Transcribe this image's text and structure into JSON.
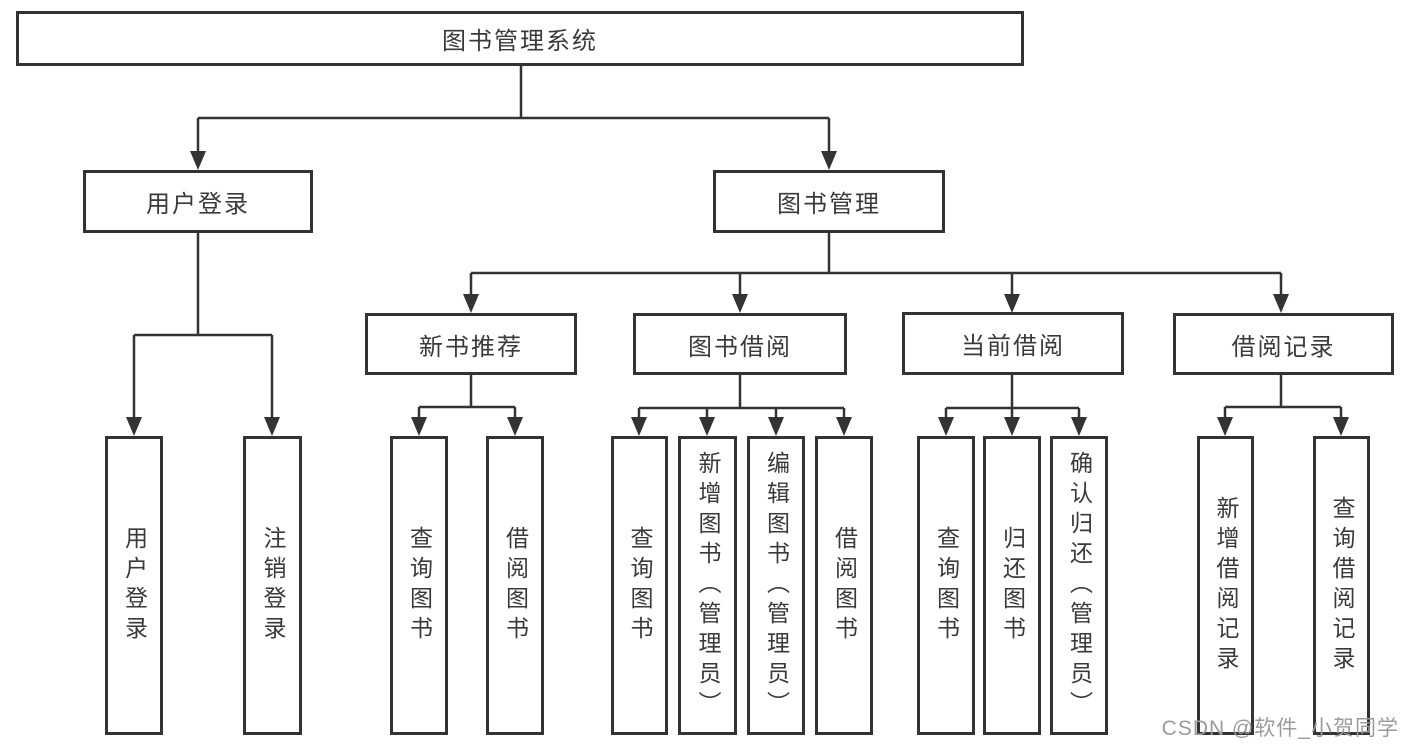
{
  "page": {
    "background": "#ffffff",
    "watermark": "CSDN @软件_小贺同学",
    "colors": {
      "line": "#333333",
      "box_border": "#333333",
      "text": "#3a3a3a",
      "watermark": "#9b9b9b"
    }
  },
  "tree": {
    "root": {
      "label": "图书管理系统"
    },
    "branches": [
      {
        "label": "用户登录",
        "children": [
          {
            "label": "用户登录"
          },
          {
            "label": "注销登录"
          }
        ]
      },
      {
        "label": "图书管理",
        "groups": [
          {
            "label": "新书推荐",
            "children": [
              {
                "label": "查询图书"
              },
              {
                "label": "借阅图书"
              }
            ]
          },
          {
            "label": "图书借阅",
            "children": [
              {
                "label": "查询图书"
              },
              {
                "label": "新增图书（管理员）"
              },
              {
                "label": "编辑图书（管理员）"
              },
              {
                "label": "借阅图书"
              }
            ]
          },
          {
            "label": "当前借阅",
            "children": [
              {
                "label": "查询图书"
              },
              {
                "label": "归还图书"
              },
              {
                "label": "确认归还（管理员）"
              }
            ]
          },
          {
            "label": "借阅记录",
            "children": [
              {
                "label": "新增借阅记录"
              },
              {
                "label": "查询借阅记录"
              }
            ]
          }
        ]
      }
    ]
  }
}
